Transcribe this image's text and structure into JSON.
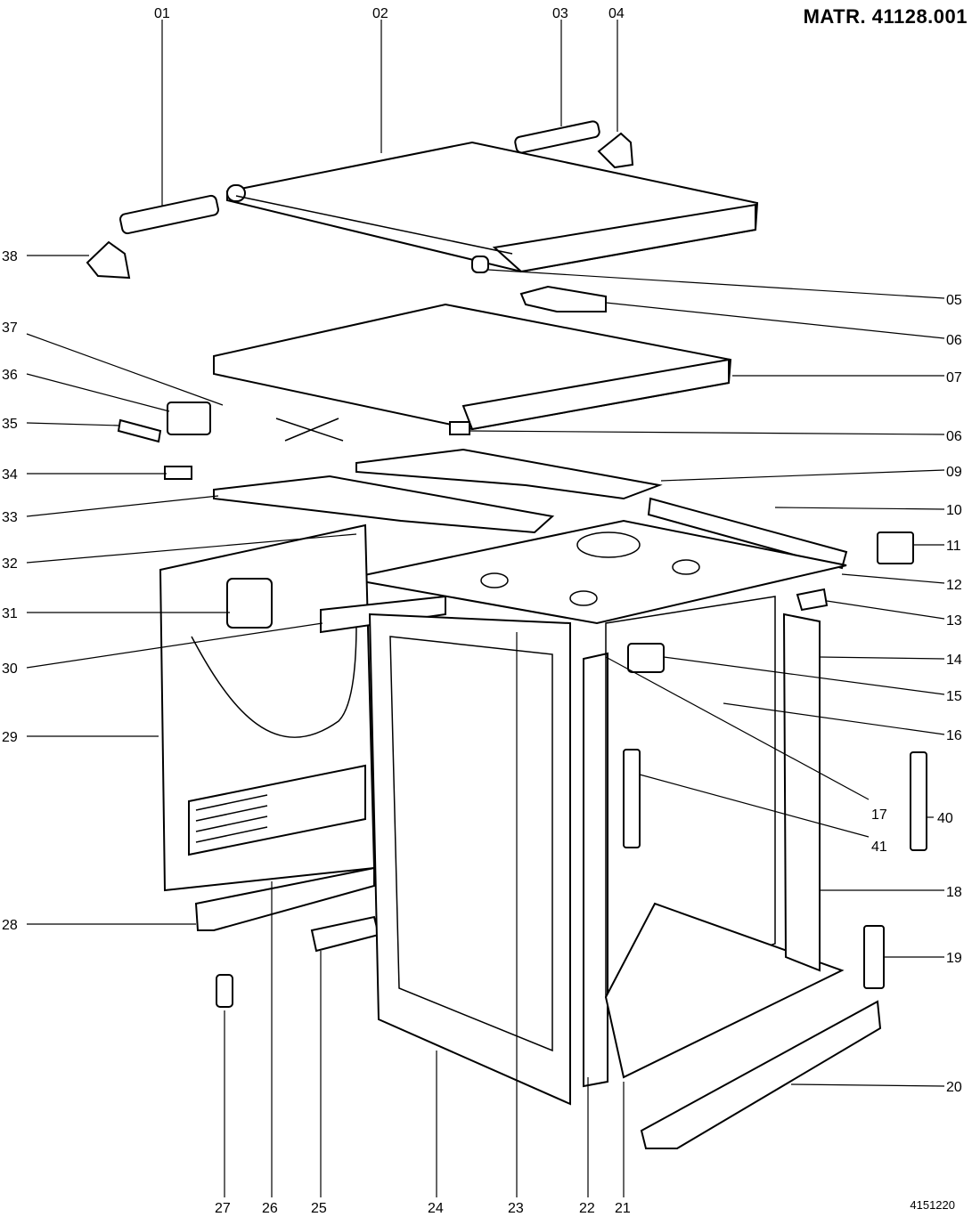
{
  "title": "MATR. 41128.001",
  "footer_code": "4151220",
  "part_numbers": [
    "01",
    "02",
    "03",
    "04",
    "05",
    "06",
    "07",
    "06",
    "09",
    "10",
    "11",
    "12",
    "13",
    "14",
    "15",
    "16",
    "17",
    "18",
    "19",
    "20",
    "21",
    "22",
    "23",
    "24",
    "25",
    "26",
    "27",
    "28",
    "29",
    "30",
    "31",
    "32",
    "33",
    "34",
    "35",
    "36",
    "37",
    "38",
    "40",
    "41"
  ]
}
